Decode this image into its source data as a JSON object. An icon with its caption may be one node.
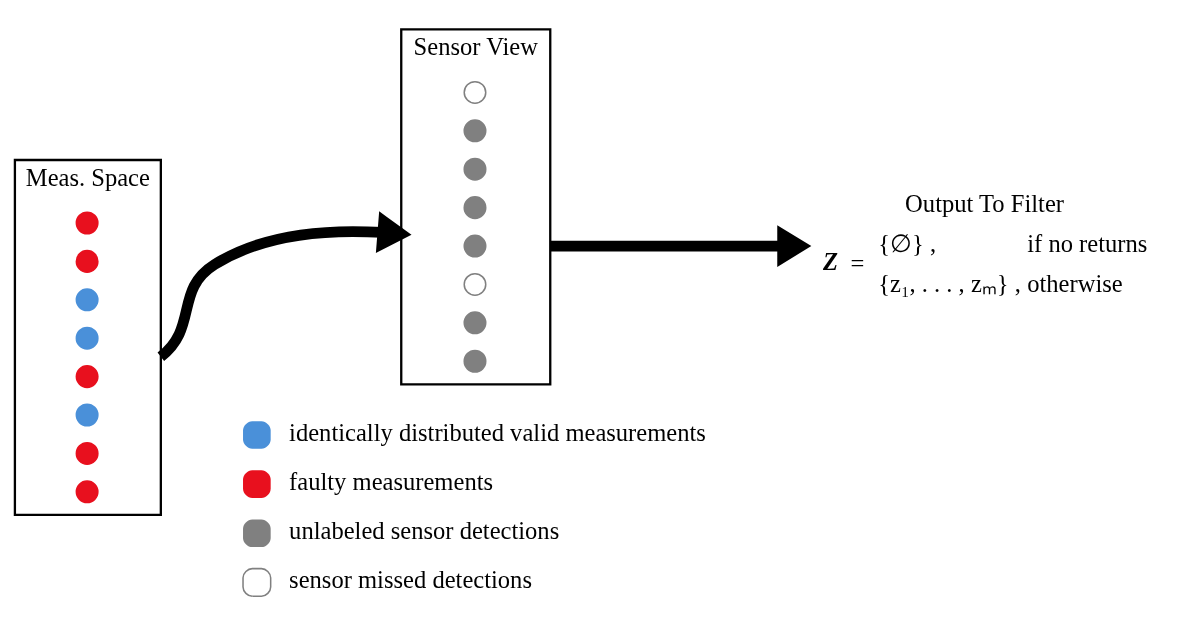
{
  "diagram": {
    "nodes": [
      {
        "text": [
          "Meas. Space"
        ]
      },
      {
        "text": [],
        "shape": "circle",
        "in": 0
      },
      {
        "text": [],
        "shape": "circle",
        "in": 0
      },
      {
        "text": [],
        "shape": "circle",
        "in": 0
      },
      {
        "text": [],
        "shape": "circle",
        "in": 0
      },
      {
        "text": [],
        "shape": "circle",
        "in": 0
      },
      {
        "text": [],
        "shape": "circle",
        "in": 0
      },
      {
        "text": [],
        "shape": "circle",
        "in": 0
      },
      {
        "text": [],
        "shape": "circle",
        "in": 0
      },
      {
        "text": [
          "Sensor View"
        ]
      },
      {
        "text": [],
        "shape": "circle",
        "in": 9
      },
      {
        "text": [],
        "shape": "circle",
        "in": 9
      },
      {
        "text": [],
        "shape": "circle",
        "in": 9
      },
      {
        "text": [],
        "shape": "circle",
        "in": 9
      },
      {
        "text": [],
        "shape": "circle",
        "in": 9
      },
      {
        "text": [],
        "shape": "circle",
        "in": 9
      },
      {
        "text": [],
        "shape": "circle",
        "in": 9
      },
      {
        "text": [],
        "shape": "circle",
        "in": 9
      },
      {
        "text": [
          "Output To Filter",
          "Z",
          "=",
          "{∅} ,",
          "if no returns",
          "{z₁, . . . , zₘ} ,",
          "otherwise"
        ]
      }
    ],
    "edges": [
      {
        "from": 0,
        "to": 9,
        "arrow": "to"
      },
      {
        "from": 9,
        "to": 18,
        "arrow": "to"
      }
    ],
    "legend": [
      {
        "text": "identically distributed valid measurements",
        "color": "#4a90d9"
      },
      {
        "text": "faulty measurements",
        "color": "#e8101e"
      },
      {
        "text": "unlabeled sensor detections",
        "color": "#808080"
      },
      {
        "text": "sensor missed detections"
      }
    ]
  }
}
